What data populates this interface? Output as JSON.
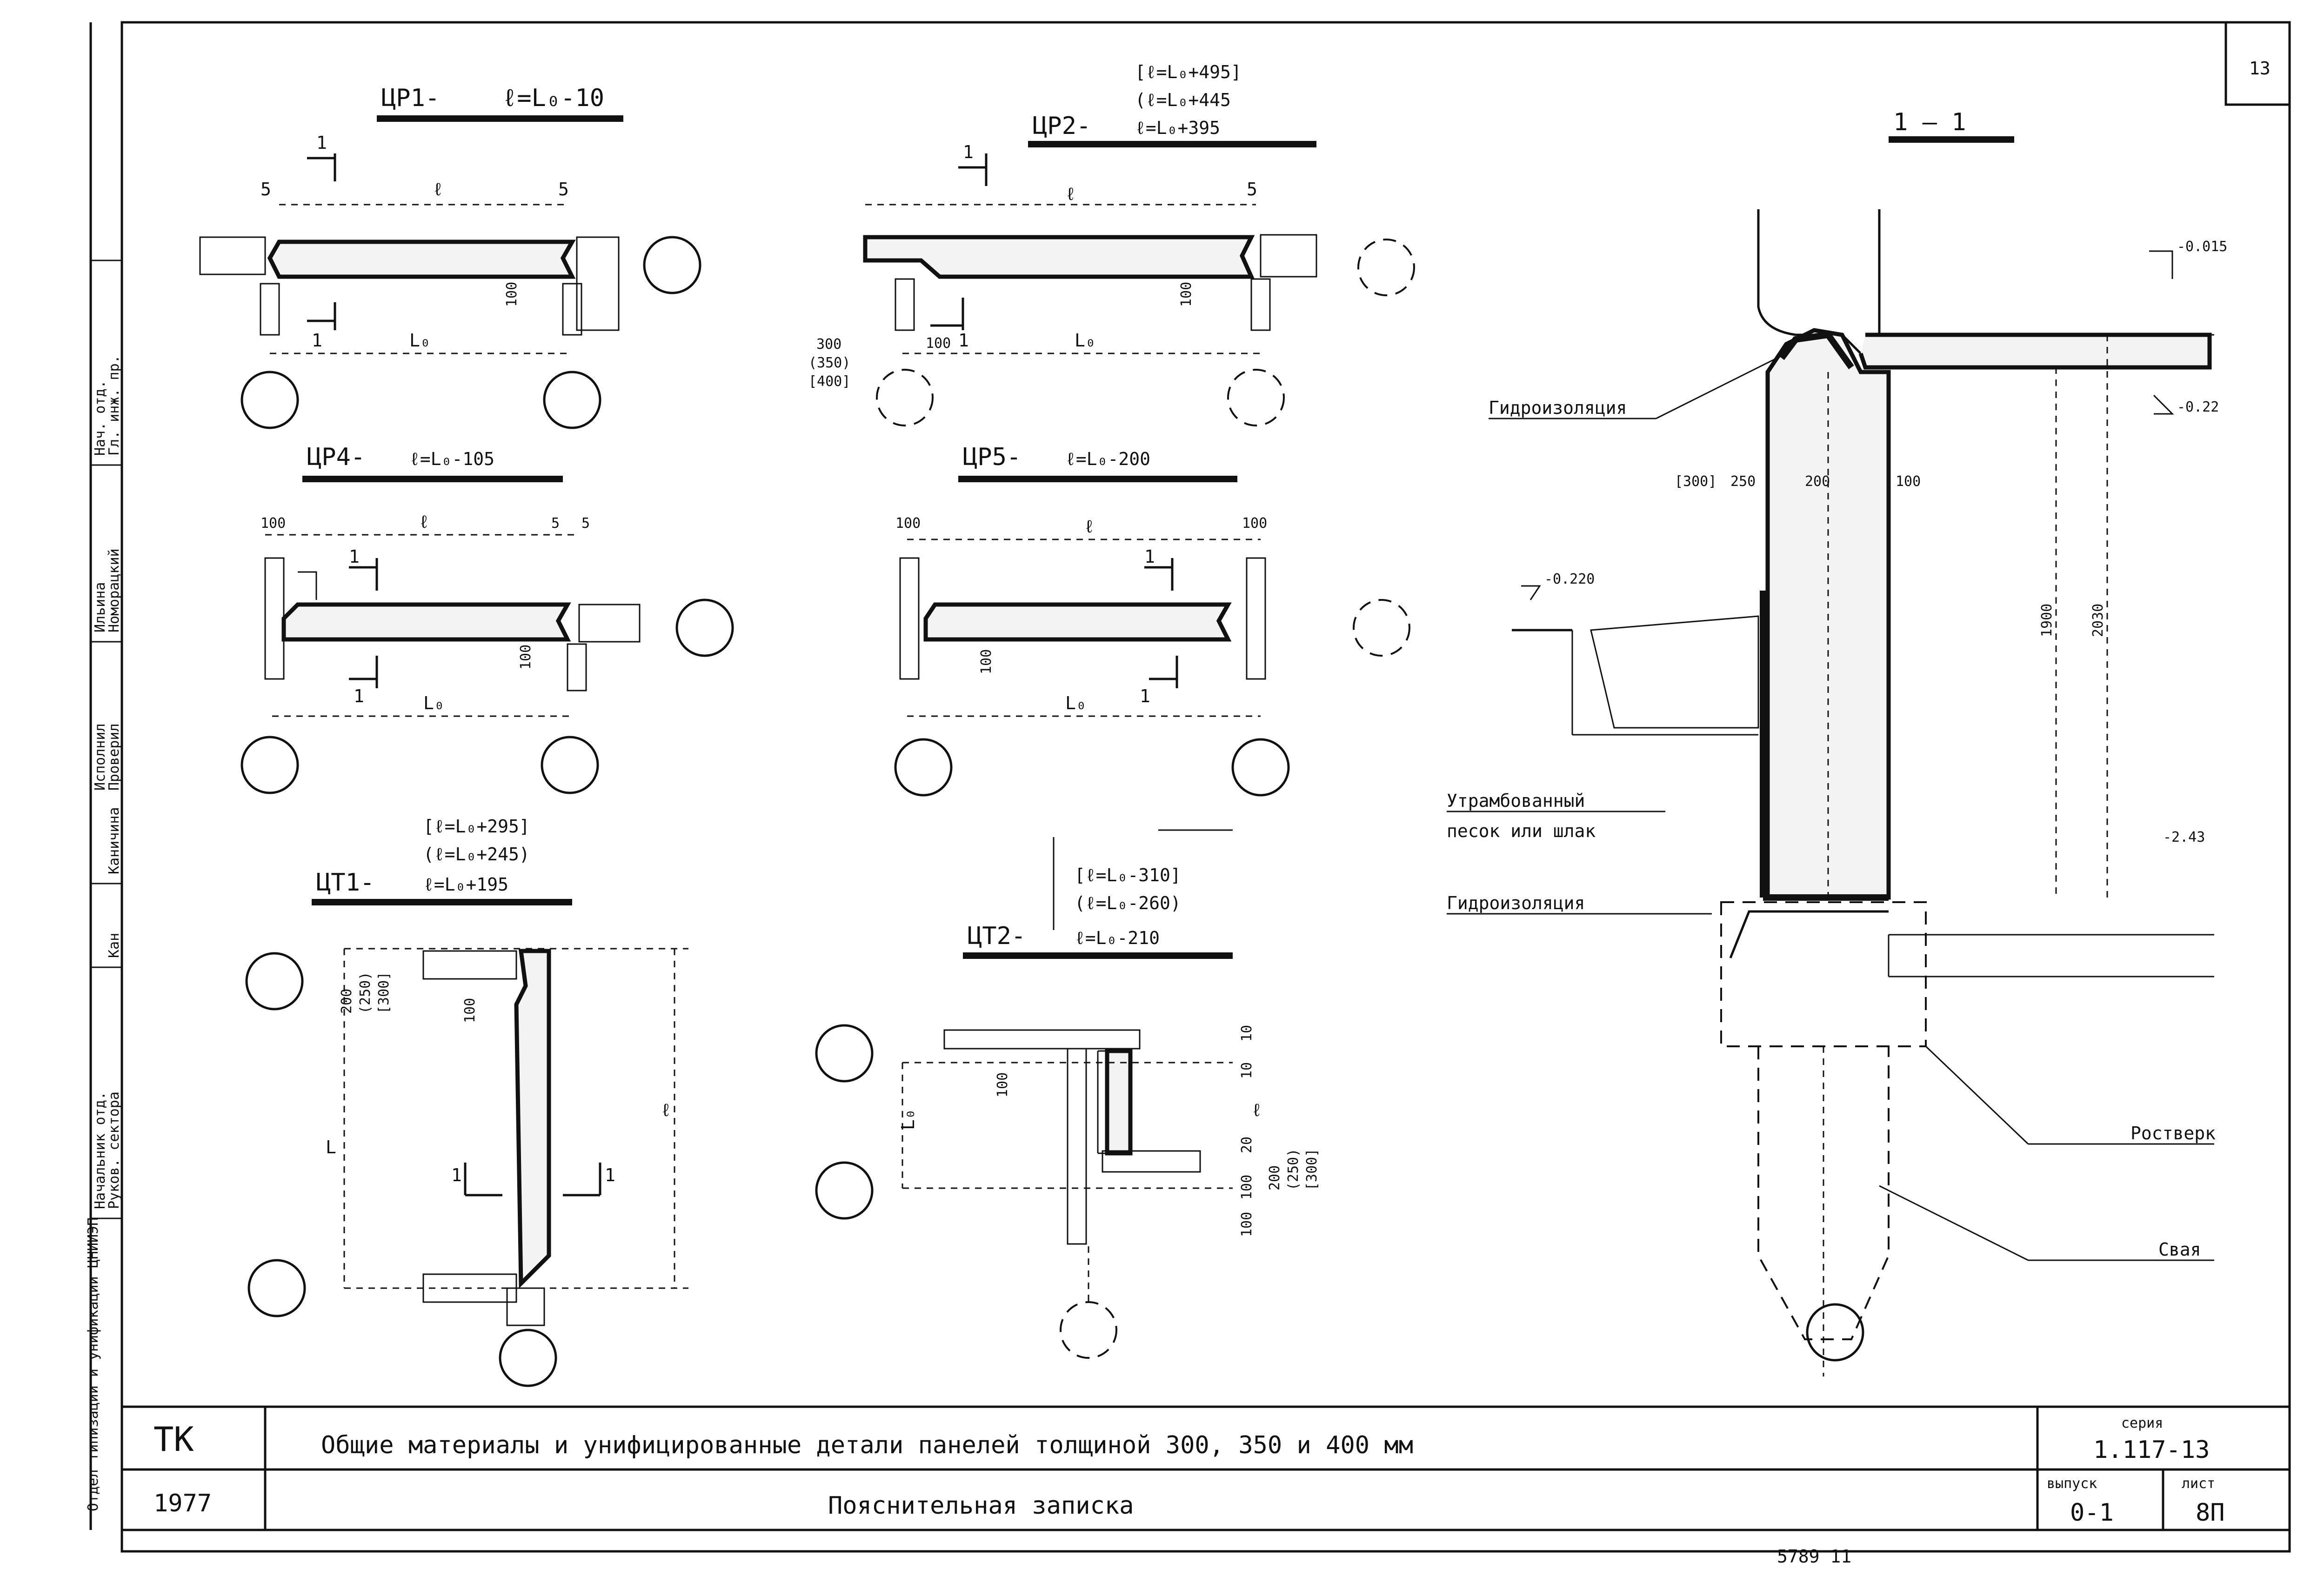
{
  "sheet_number": "13",
  "bottom_note": "5789 11",
  "details": {
    "cr1": {
      "label": "ЦР1-",
      "formula": "ℓ=L₀-10",
      "dim_left": "5",
      "dim_right": "5",
      "dim_l": "ℓ",
      "dim_l0": "L₀",
      "dim_100": "100",
      "sec_a": "1",
      "sec_b": "1"
    },
    "cr2": {
      "label": "ЦР2-",
      "formula_a": "[ℓ=L₀+495]",
      "formula_b": "(ℓ=L₀+445",
      "formula_c": "ℓ=L₀+395",
      "dim_300": "300",
      "dim_350": "(350)",
      "dim_400": "[400]",
      "dim_100a": "100",
      "dim_100b": "100",
      "dim_5": "5",
      "dim_l": "ℓ",
      "dim_l0": "L₀",
      "sec_a": "1",
      "sec_b": "1"
    },
    "cr4": {
      "label": "ЦР4-",
      "formula": "ℓ=L₀-105",
      "dim_100": "100",
      "dim_5a": "5",
      "dim_5b": "5",
      "dim_100b": "100",
      "dim_l": "ℓ",
      "dim_l0": "L₀",
      "sec_a": "1",
      "sec_b": "1"
    },
    "cr5": {
      "label": "ЦР5-",
      "formula": "ℓ=L₀-200",
      "dim_100a": "100",
      "dim_100b": "100",
      "dim_100c": "100",
      "dim_l": "ℓ",
      "dim_l0": "L₀",
      "sec_a": "1",
      "sec_b": "1"
    },
    "ct1": {
      "label": "ЦТ1-",
      "formula_a": "[ℓ=L₀+295]",
      "formula_b": "(ℓ=L₀+245)",
      "formula_c": "ℓ=L₀+195",
      "dim_200": "200",
      "dim_250": "(250)",
      "dim_300": "[300]",
      "dim_100": "100",
      "dim_l": "ℓ",
      "dim_L": "L",
      "sec_a": "1",
      "sec_b": "1"
    },
    "ct2": {
      "label": "ЦТ2-",
      "formula_a": "[ℓ=L₀-310]",
      "formula_b": "(ℓ=L₀-260)",
      "formula_c": "ℓ=L₀-210",
      "dim_100a": "100",
      "dim_10": "10",
      "dim_l": "ℓ",
      "dim_20": "20",
      "dim_100b": "100",
      "dim_200": "200",
      "dim_250": "(250)",
      "dim_300": "[300]",
      "dim_100c": "100",
      "dim_l0": "L₀"
    }
  },
  "section": {
    "title": "1 — 1",
    "mark_top": "-0.015",
    "mark_mid": "-0.22",
    "mark_ground": "-0.220",
    "mark_bottom": "-2.43",
    "dim_300": "[300]",
    "dim_250": "250",
    "dim_200": "200",
    "dim_100": "100",
    "dim_1900": "1900",
    "dim_2030": "2030",
    "label_waterproof_top": "Гидроизоляция",
    "label_sand_a": "Утрамбованный",
    "label_sand_b": "песок или шлак",
    "label_waterproof_bottom": "Гидроизоляция",
    "label_grillage": "Ростверк",
    "label_pile": "Свая"
  },
  "side_stamp": {
    "rows": [
      "Нач. отд.",
      "Гл. инж. пр.",
      "Исполнил",
      "Проверил",
      "Начальник отд.",
      "Руков. сектора"
    ],
    "names": [
      "Ильина",
      "Номорацкий",
      "Каничина",
      "Кан"
    ],
    "org": "Отдел типизации и унификации ЦНИИЭП"
  },
  "title_block": {
    "code": "ТК",
    "year": "1977",
    "title_main": "Общие материалы и унифицированные детали панелей толщиной 300, 350 и 400 мм",
    "title_sub": "Пояснительная записка",
    "series_label": "серия",
    "series_value": "1.117-13",
    "issue_label": "выпуск",
    "issue_value": "0-1",
    "sheet_label": "лист",
    "sheet_value": "8П"
  }
}
